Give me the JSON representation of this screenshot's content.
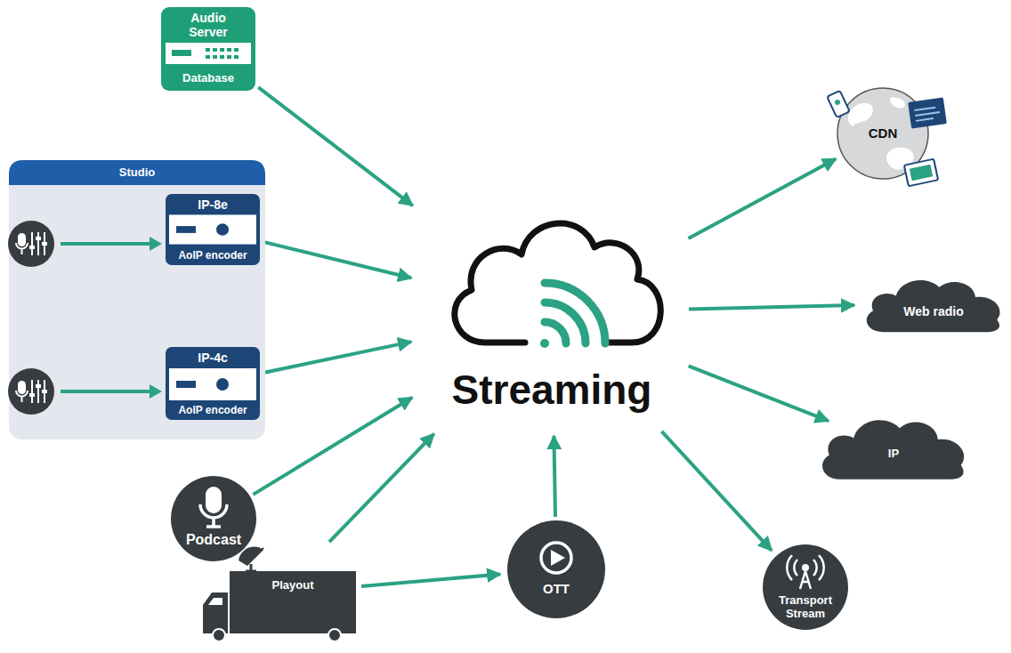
{
  "diagram": {
    "nodes": [
      {
        "text": [
          "Audio Server",
          "Database"
        ]
      },
      {
        "text": [
          "Studio"
        ]
      },
      {
        "text": [
          "IP-8e",
          "AoIP encoder"
        ],
        "in": 1
      },
      {
        "text": [
          "IP-4c",
          "AoIP encoder"
        ],
        "in": 1
      },
      {
        "text": [
          "Streaming"
        ]
      },
      {
        "text": [
          "CDN"
        ]
      },
      {
        "text": [
          "Web radio"
        ]
      },
      {
        "text": [
          "IP"
        ]
      },
      {
        "text": [
          "Podcast"
        ]
      },
      {
        "text": [
          "Playout"
        ]
      },
      {
        "text": [
          "OTT"
        ]
      },
      {
        "text": [
          "Transport Stream"
        ]
      }
    ],
    "edges": [
      {
        "from": 0,
        "to": 4,
        "arrow": "to"
      },
      {
        "from": 2,
        "to": 4,
        "arrow": "to"
      },
      {
        "from": 3,
        "to": 4,
        "arrow": "to"
      },
      {
        "from": 8,
        "to": 4,
        "arrow": "to"
      },
      {
        "from": 9,
        "to": 4,
        "arrow": "to"
      },
      {
        "from": 10,
        "to": 4,
        "arrow": "to"
      },
      {
        "from": 9,
        "to": 10,
        "arrow": "to"
      },
      {
        "from": 4,
        "to": 5,
        "arrow": "to"
      },
      {
        "from": 4,
        "to": 6,
        "arrow": "to"
      },
      {
        "from": 4,
        "to": 7,
        "arrow": "to"
      },
      {
        "from": 4,
        "to": 11,
        "arrow": "to"
      }
    ]
  }
}
